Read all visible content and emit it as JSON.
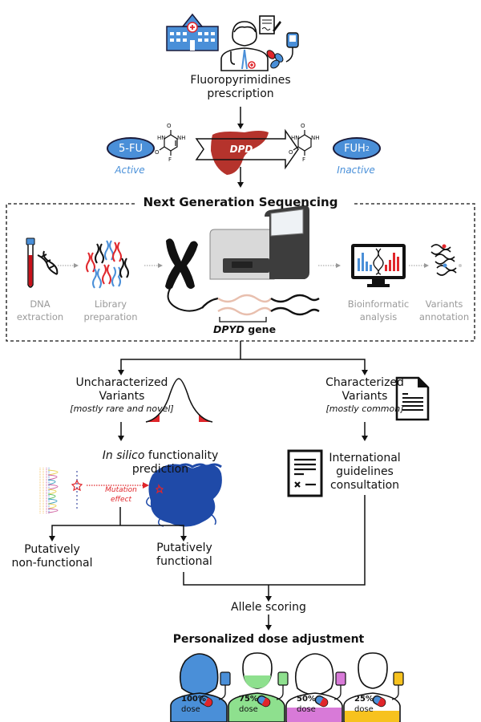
{
  "prescription": {
    "label_line1": "Fluoropyrimidines",
    "label_line2": "prescription"
  },
  "metabolism": {
    "active_drug": "5-FU",
    "active_state": "Active",
    "enzyme": "DPD",
    "inactive_drug": "FUH",
    "inactive_drug_subscript": "2",
    "inactive_state": "Inactive"
  },
  "ngs": {
    "title": "Next Generation Sequencing",
    "steps": [
      {
        "line1": "DNA",
        "line2": "extraction"
      },
      {
        "line1": "Library",
        "line2": "preparation"
      },
      {
        "line1": "Bioinformatic",
        "line2": "analysis"
      },
      {
        "line1": "Variants",
        "line2": "annotation"
      }
    ],
    "gene_italic": "DPYD",
    "gene_suffix": " gene"
  },
  "uncharacterized": {
    "line1": "Uncharacterized",
    "line2": "Variants",
    "note": "[mostly rare and novel]"
  },
  "characterized": {
    "line1": "Characterized",
    "line2": "Variants",
    "note": "[mostly common]"
  },
  "insilico": {
    "italic": "In silico",
    "rest": " functionality",
    "line2": "prediction",
    "mutation_line1": "Mutation",
    "mutation_line2": "effect"
  },
  "guidelines": {
    "line1": "International",
    "line2": "guidelines",
    "line3": "consultation"
  },
  "outcomes": {
    "nonfunctional": {
      "line1": "Putatively",
      "line2": "non-functional"
    },
    "functional": {
      "line1": "Putatively",
      "line2": "functional"
    }
  },
  "allele_scoring": "Allele scoring",
  "dose_title": "Personalized dose adjustment",
  "patients": [
    {
      "percent": "100%",
      "unit": "dose",
      "color": "#4a8fd8",
      "fill_fraction": 1.0
    },
    {
      "percent": "75%",
      "unit": "dose",
      "color": "#8ee08e",
      "fill_fraction": 0.75
    },
    {
      "percent": "50%",
      "unit": "dose",
      "color": "#d87ad8",
      "fill_fraction": 0.5
    },
    {
      "percent": "25%",
      "unit": "dose",
      "color": "#f7c21e",
      "fill_fraction": 0.25
    }
  ],
  "colors": {
    "liver": "#b5332c",
    "dna_red": "#e0262b",
    "dna_blue": "#4a8fd8",
    "dpyd_segment": "#e8bfae",
    "mutation_red": "#e0262b"
  }
}
